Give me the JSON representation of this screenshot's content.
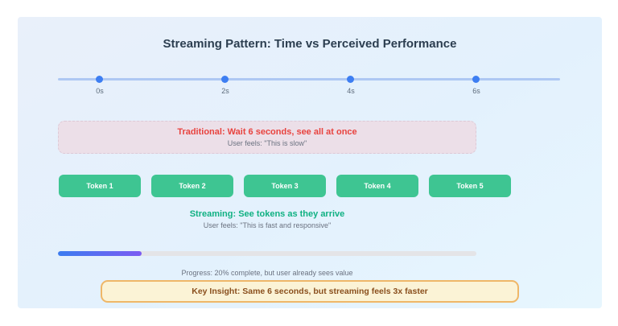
{
  "title": "Streaming Pattern: Time vs Perceived Performance",
  "timeline": {
    "ticks": [
      "0s",
      "2s",
      "4s",
      "6s"
    ]
  },
  "traditional": {
    "headline": "Traditional: Wait 6 seconds, see all at once",
    "subtext": "User feels: \"This is slow\""
  },
  "tokens": [
    "Token 1",
    "Token 2",
    "Token 3",
    "Token 4",
    "Token 5"
  ],
  "streaming": {
    "headline": "Streaming: See tokens as they arrive",
    "subtext": "User feels: \"This is fast and responsive\""
  },
  "progress": {
    "percent": 20,
    "caption": "Progress: 20% complete, but user already sees value"
  },
  "insight": {
    "text": "Key Insight: Same 6 seconds, but streaming feels 3x faster"
  },
  "colors": {
    "card_bg_1": "#e9f0fa",
    "card_bg_2": "#e3f1fd",
    "card_bg_3": "#e7f6fe",
    "title_color": "#2c3e50",
    "tl_line_color": "#aec8f3",
    "tl_dot_color": "#3d7ef2",
    "tick_color": "#5d6b7b",
    "trad_bg": "#ecdfe8",
    "trad_border": "#ddc9d6",
    "red": "#e8433f",
    "gray_text": "#6b7280",
    "token_green": "#3ec592",
    "stream_green": "#10b182",
    "track_gray": "#e4e4e7",
    "fill_blue": "#3b7cf0",
    "fill_purple": "#7c5bf2",
    "insight_bg": "#fbf3d6",
    "insight_border": "#efb768",
    "insight_text": "#8a4f1d"
  }
}
